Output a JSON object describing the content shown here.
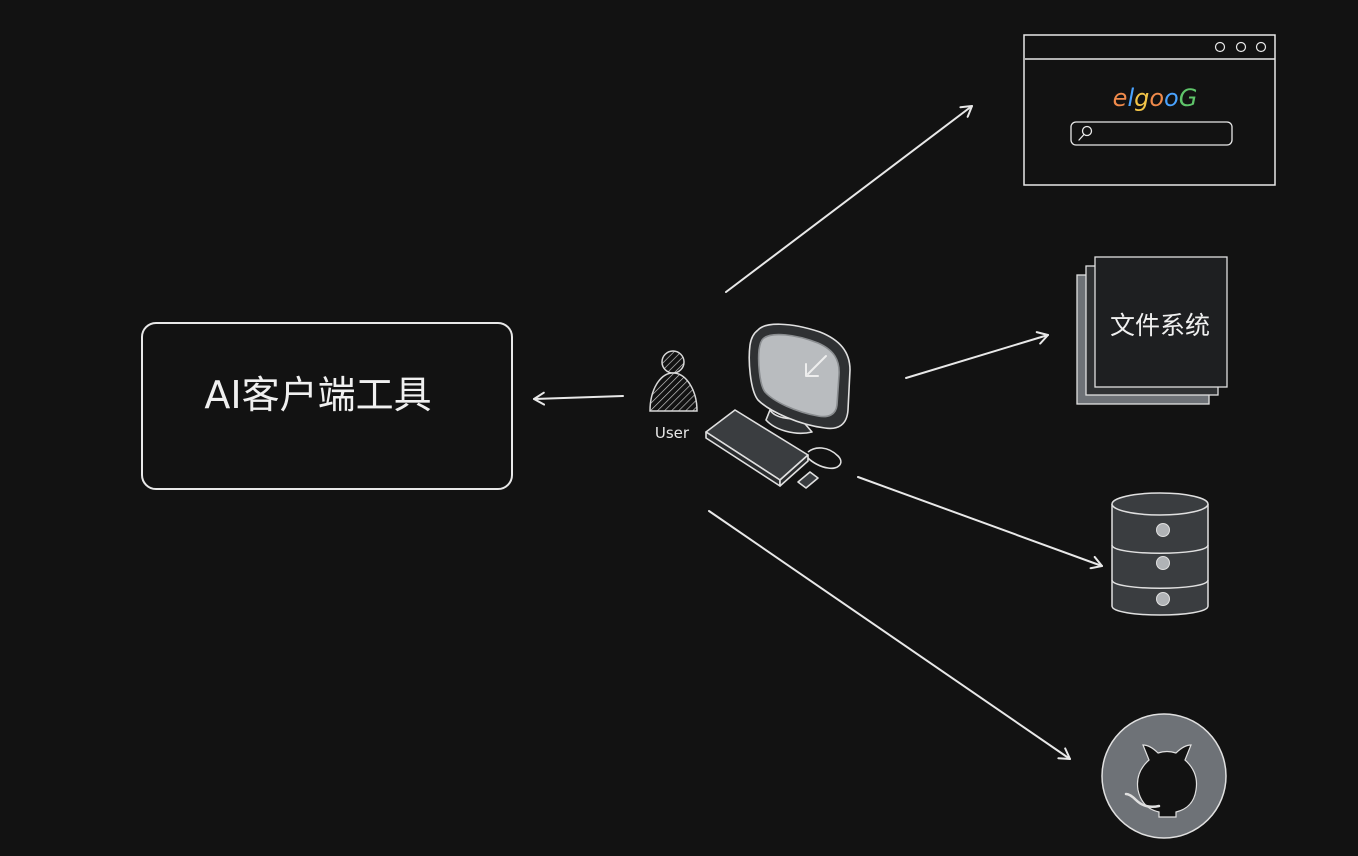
{
  "diagram": {
    "client_box": {
      "label": "AI客户端工具"
    },
    "user": {
      "label": "User"
    },
    "browser": {
      "logo_text": "elgooG",
      "search_placeholder": ""
    },
    "filesystem": {
      "label": "文件系统"
    },
    "database": {},
    "github": {}
  },
  "colors": {
    "background": "#121212",
    "stroke": "#e8e8e8",
    "panel": "#2f3133",
    "panel_light": "#6e7277",
    "screen": "#b9bcbf",
    "logo": [
      "#f08a4b",
      "#4aa3ff",
      "#f3c548",
      "#f08a4b",
      "#4aa3ff",
      "#5fc46a"
    ]
  }
}
